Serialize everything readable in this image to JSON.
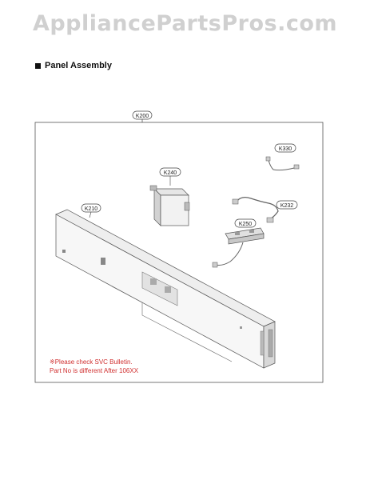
{
  "watermark": "AppliancePartsPros.com",
  "section": {
    "title": "Panel Assembly",
    "icon": "black-square-icon"
  },
  "callouts": {
    "k200": "K200",
    "k330": "K330",
    "k240": "K240",
    "k232": "K232",
    "k210": "K210",
    "k250": "K250"
  },
  "note": {
    "line1": "※Please check SVC Bulletin.",
    "line2": "Part No is different After 106XX",
    "color": "#d03030"
  }
}
